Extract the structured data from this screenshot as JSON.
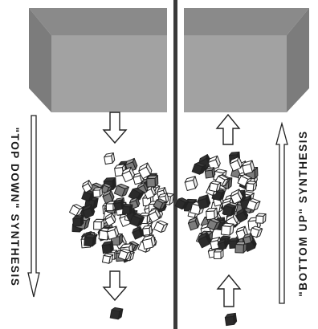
{
  "left_panel": {
    "label": "\"TOP DOWN\" SYNTHESIS",
    "process": "top-down"
  },
  "right_panel": {
    "label": "\"BOTTOM UP\" SYNTHESIS",
    "process": "bottom-up"
  },
  "colors": {
    "block_front": "#a2a2a2",
    "block_top": "#8a8a8a",
    "block_side": "#7c7c7c",
    "divider": "#3a3a3a",
    "cube_dark": "#2b2b2b",
    "cube_mid": "#7d7d7d",
    "cube_light": "#ffffff",
    "outline": "#222222"
  }
}
